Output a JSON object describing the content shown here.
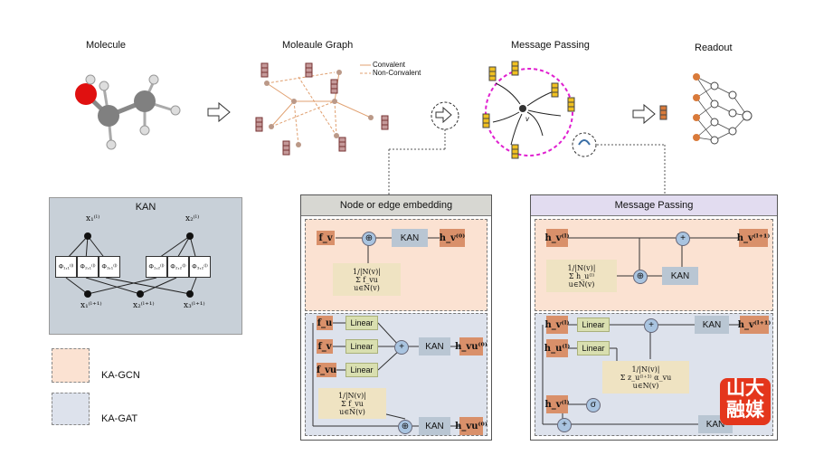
{
  "stages": {
    "molecule": "Molecule",
    "graph": "Moleaule Graph",
    "message": "Message Passing",
    "readout": "Readout"
  },
  "graph_legend": {
    "convalent": "Convalent",
    "non_convalent": "Non-Convalent"
  },
  "kan": {
    "title": "KAN",
    "inputs": [
      "x₁⁽ˡ⁾",
      "x₂⁽ˡ⁾"
    ],
    "phis": [
      "Φ₁,₁⁽ˡ⁾",
      "Φ₂,₁⁽ˡ⁾",
      "Φ₃,₁⁽ˡ⁾",
      "Φ₁,₂⁽ˡ⁾",
      "Φ₂,₂⁽ˡ⁾",
      "Φ₃,₂⁽ˡ⁾"
    ],
    "outputs": [
      "x₁⁽ˡ⁺¹⁾",
      "x₂⁽ˡ⁺¹⁾",
      "x₃⁽ˡ⁺¹⁾"
    ]
  },
  "legend": {
    "gcn": "KA-GCN",
    "gat": "KA-GAT"
  },
  "embed": {
    "title": "Node or edge embedding",
    "fv": "f_v",
    "kan": "KAN",
    "hv0": "h_v⁽⁰⁾",
    "agg_frac": "1/|N(v)|",
    "agg_sum": "Σ f_vu",
    "agg_sub": "u∈N(v)",
    "fu": "f_u",
    "fvu": "f_vu",
    "linear": "Linear",
    "hvu0": "h_vu⁽⁰⁾"
  },
  "mp": {
    "title": "Message Passing",
    "hvl": "h_v⁽ˡ⁾",
    "hv_next": "h_v⁽ˡ⁺¹⁾",
    "kan": "KAN",
    "agg_frac": "1/|N(v)|",
    "agg_sum": "Σ h_u⁽ˡ⁾",
    "agg_sub": "u∈N(v)",
    "hul": "h_u⁽ˡ⁾",
    "linear": "Linear",
    "att_sum": "Σ z_u⁽ˡ⁺¹⁾ α_vu",
    "sigma": "σ"
  },
  "watermark": {
    "line1": "山大",
    "line2": "融媒"
  }
}
